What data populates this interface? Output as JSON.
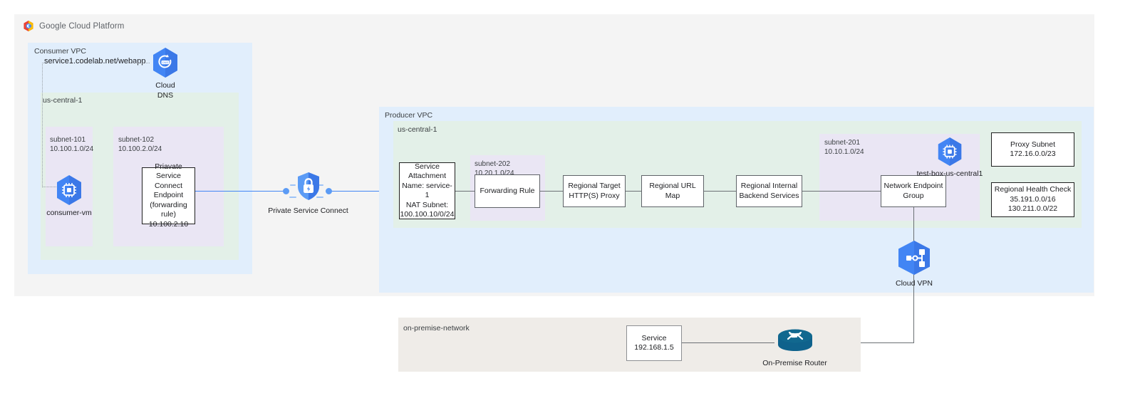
{
  "header": {
    "logo_text": "Google Cloud Platform",
    "logo_icon": "google-cloud-logo"
  },
  "consumer_vpc": {
    "label": "Consumer VPC",
    "dns_record": "service1.codelab.net/webapp",
    "cloud_dns": {
      "caption_line1": "Cloud",
      "caption_line2": "DNS",
      "icon": "cloud-dns-icon"
    },
    "region": {
      "label": "us-central-1"
    },
    "subnets": [
      {
        "name": "subnet-101",
        "cidr": "10.100.1.0/24"
      },
      {
        "name": "subnet-102",
        "cidr": "10.100.2.0/24"
      }
    ],
    "vm": {
      "caption": "consumer-vm",
      "icon": "compute-engine-icon"
    },
    "psc_endpoint": {
      "line1": "Priavate Service",
      "line2": "Connect Endpoint",
      "line3": "(forwarding rule)",
      "line4": "10.100.2.10"
    }
  },
  "private_service_connect": {
    "caption": "Private Service Connect",
    "icon": "private-service-connect-shield-icon"
  },
  "producer_vpc": {
    "label": "Producer VPC",
    "region": {
      "label": "us-central-1"
    },
    "service_attachment": {
      "line1": "Service",
      "line2": "Attachment",
      "line3": "Name: service-1",
      "line4": "NAT Subnet:",
      "line5": "100.100.10/0/24"
    },
    "subnet_202": {
      "name": "subnet-202",
      "cidr": "10.20.1.0/24"
    },
    "forwarding_rule": "Forwarding Rule",
    "target_proxy": {
      "line1": "Regional Target",
      "line2": "HTTP(S) Proxy"
    },
    "url_map": "Regional URL Map",
    "backend_services": {
      "line1": "Regional Internal",
      "line2": "Backend Services"
    },
    "subnet_201": {
      "name": "subnet-201",
      "cidr": "10.10.1.0/24"
    },
    "test_box": {
      "caption": "test-box-us-central1",
      "icon": "compute-engine-icon"
    },
    "neg": {
      "line1": "Network Endpoint",
      "line2": "Group"
    },
    "proxy_subnet": {
      "line1": "Proxy Subnet",
      "line2": "172.16.0.0/23"
    },
    "health_check": {
      "line1": "Regional Health Check",
      "line2": "35.191.0.0/16",
      "line3": "130.211.0.0/22"
    }
  },
  "cloud_vpn": {
    "caption": "Cloud VPN",
    "icon": "cloud-vpn-icon"
  },
  "on_premise": {
    "label": "on-premise-network",
    "service": {
      "line1": "Service",
      "line2": "192.168.1.5"
    },
    "router": {
      "caption": "On-Premise Router",
      "icon": "on-premise-router-icon"
    }
  },
  "colors": {
    "canvas": "#f4f4f4",
    "vpc": "#e1eefc",
    "region": "#e3f0e8",
    "subnet": "#eae6f4",
    "onprem": "#efece8",
    "google_blue": "#4285f4",
    "connector_gray": "#6b7074",
    "router_teal": "#11688f"
  }
}
